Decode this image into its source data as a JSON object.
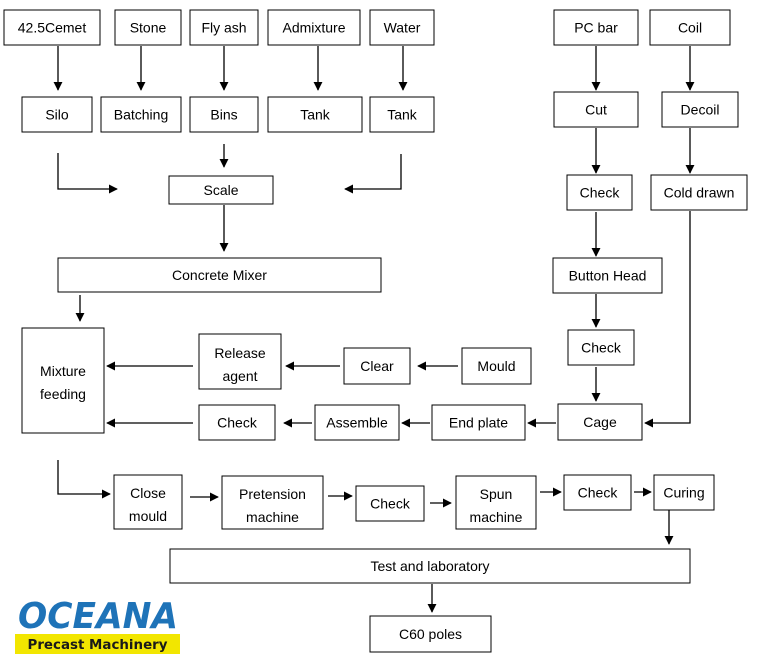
{
  "nodes": {
    "cement": "42.5Cemet",
    "stone": "Stone",
    "flyash": "Fly ash",
    "admixture": "Admixture",
    "water": "Water",
    "silo": "Silo",
    "batching": "Batching",
    "bins": "Bins",
    "tank1": "Tank",
    "tank2": "Tank",
    "scale": "Scale",
    "mixer": "Concrete Mixer",
    "pcbar": "PC bar",
    "coil": "Coil",
    "cut": "Cut",
    "decoil": "Decoil",
    "check1": "Check",
    "colddrawn": "Cold drawn",
    "buttonhead": "Button Head",
    "check2": "Check",
    "cage": "Cage",
    "mixturefeeding": [
      "Mixture",
      "feeding"
    ],
    "releaseagent": [
      "Release",
      "agent"
    ],
    "clear": "Clear",
    "mould": "Mould",
    "check3": "Check",
    "assemble": "Assemble",
    "endplate": "End plate",
    "closemould": [
      "Close",
      "mould"
    ],
    "pretension": [
      "Pretension",
      "machine"
    ],
    "check4": "Check",
    "spun": [
      "Spun",
      "machine"
    ],
    "check5": "Check",
    "curing": "Curing",
    "test": "Test and laboratory",
    "c60": "C60 poles"
  },
  "logo": {
    "brand": "OCEANA",
    "tagline": "Precast Machinery",
    "brand_color": "#1e73b8",
    "tagline_bg": "#f2e600"
  }
}
